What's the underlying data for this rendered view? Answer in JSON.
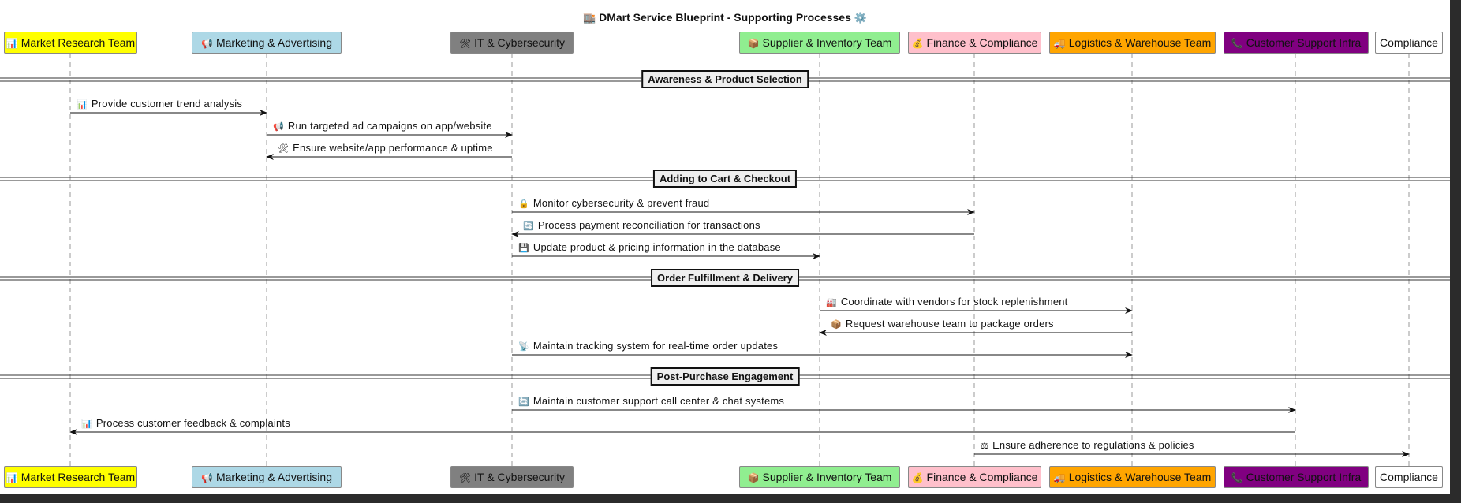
{
  "title": {
    "icon": "🏬",
    "text": "DMart Service Blueprint - Supporting Processes",
    "suffix_icon": "⚙️"
  },
  "participants": [
    {
      "id": "mr",
      "icon": "📊",
      "label": "Market Research Team",
      "bg": "#ffff00",
      "text": "#111111"
    },
    {
      "id": "ma",
      "icon": "📢",
      "label": "Marketing & Advertising",
      "bg": "#add8e6",
      "text": "#111111"
    },
    {
      "id": "it",
      "icon": "🛠",
      "label": "IT & Cybersecurity",
      "bg": "#808080",
      "text": "#111111"
    },
    {
      "id": "si",
      "icon": "📦",
      "label": "Supplier & Inventory Team",
      "bg": "#90ee90",
      "text": "#111111"
    },
    {
      "id": "fc",
      "icon": "💰",
      "label": "Finance & Compliance",
      "bg": "#ffc0cb",
      "text": "#111111"
    },
    {
      "id": "lw",
      "icon": "🚚",
      "label": "Logistics & Warehouse Team",
      "bg": "#ffa500",
      "text": "#111111"
    },
    {
      "id": "cs",
      "icon": "📞",
      "label": "Customer Support Infra",
      "bg": "#800080",
      "text": "#111111"
    },
    {
      "id": "co",
      "icon": "",
      "label": "Compliance",
      "bg": "#ffffff",
      "text": "#111111"
    }
  ],
  "sections": [
    {
      "label": "Awareness & Product Selection"
    },
    {
      "label": "Adding to Cart & Checkout"
    },
    {
      "label": "Order Fulfillment & Delivery"
    },
    {
      "label": "Post-Purchase Engagement"
    }
  ],
  "messages": [
    {
      "from": "mr",
      "to": "ma",
      "icon": "📊",
      "text": "Provide customer trend analysis"
    },
    {
      "from": "ma",
      "to": "it",
      "icon": "📢",
      "text": "Run targeted ad campaigns on app/website"
    },
    {
      "from": "it",
      "to": "ma",
      "icon": "🛠",
      "text": "Ensure website/app performance & uptime"
    },
    {
      "from": "it",
      "to": "fc",
      "icon": "🔒",
      "text": "Monitor cybersecurity & prevent fraud"
    },
    {
      "from": "fc",
      "to": "it",
      "icon": "🔄",
      "text": "Process payment reconciliation for transactions"
    },
    {
      "from": "it",
      "to": "si",
      "icon": "💾",
      "text": "Update product & pricing information in the database"
    },
    {
      "from": "si",
      "to": "lw",
      "icon": "🏭",
      "text": "Coordinate with vendors for stock replenishment"
    },
    {
      "from": "lw",
      "to": "si",
      "icon": "📦",
      "text": "Request warehouse team to package orders"
    },
    {
      "from": "it",
      "to": "lw",
      "icon": "📡",
      "text": "Maintain tracking system for real-time order updates"
    },
    {
      "from": "it",
      "to": "cs",
      "icon": "🔄",
      "text": "Maintain customer support call center & chat systems"
    },
    {
      "from": "cs",
      "to": "mr",
      "icon": "📊",
      "text": "Process customer feedback & complaints"
    },
    {
      "from": "fc",
      "to": "co",
      "icon": "⚖",
      "text": "Ensure adherence to regulations & policies"
    }
  ]
}
